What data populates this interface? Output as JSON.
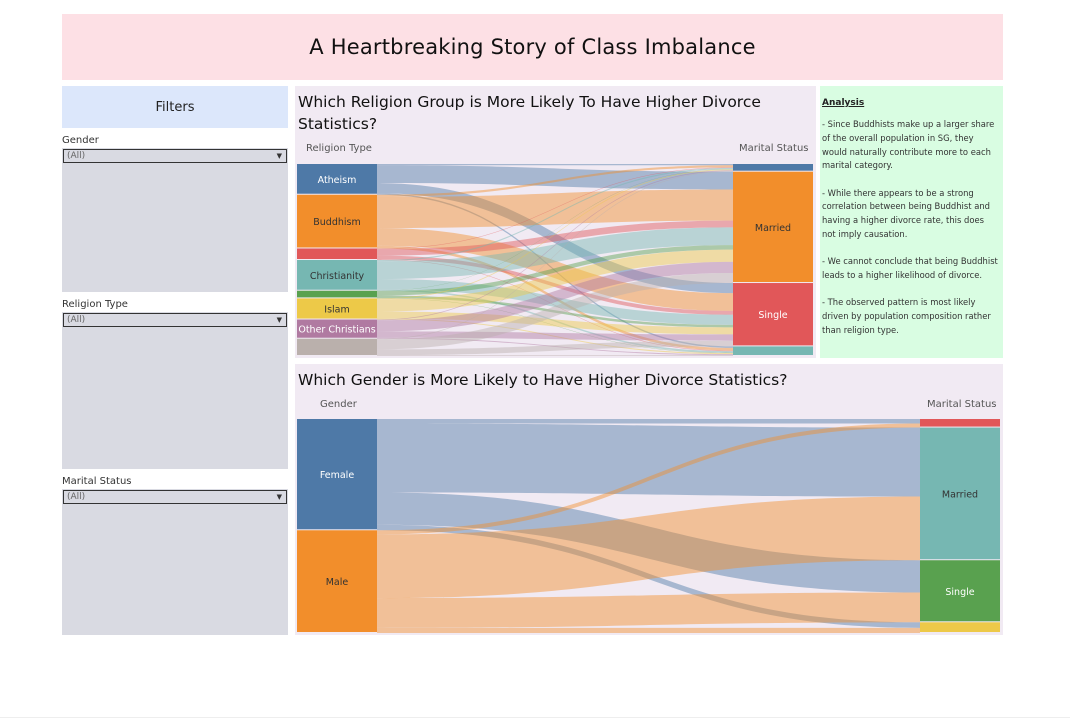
{
  "dashboard_title": "A Heartbreaking Story of Class Imbalance",
  "filters": {
    "header": "Filters",
    "items": [
      {
        "label": "Gender",
        "value": "(All)"
      },
      {
        "label": "Religion Type",
        "value": "(All)"
      },
      {
        "label": "Marital Status",
        "value": "(All)"
      }
    ]
  },
  "religion_chart": {
    "title": "Which Religion Group is More Likely To Have Higher Divorce Statistics?",
    "left_header": "Religion Type",
    "right_header": "Marital Status"
  },
  "gender_chart": {
    "title": "Which Gender is More Likely to Have Higher Divorce Statistics?",
    "left_header": "Gender",
    "right_header": "Marital Status"
  },
  "analysis": {
    "title": "Analysis",
    "paragraphs": [
      "- Since Buddhists make up a larger share of the overall population in SG, they would naturally contribute more to each marital category.",
      "- While there appears to be a strong correlation between being Buddhist and having a higher divorce rate, this does not imply causation.",
      "- We cannot conclude that being Buddhist leads to a higher likelihood of divorce.",
      "- The observed pattern is most likely driven by population composition rather than religion type."
    ]
  },
  "chart_data": [
    {
      "type": "sankey",
      "title": "Which Religion Group is More Likely To Have Higher Divorce Statistics?",
      "source_header": "Religion Type",
      "target_header": "Marital Status",
      "sources": [
        {
          "name": "Atheism",
          "color": "#4e79a7",
          "label_color": "#ffffff",
          "share": 0.16
        },
        {
          "name": "Buddhism",
          "color": "#f28e2b",
          "label_color": "#333333",
          "share": 0.28
        },
        {
          "name": "",
          "color": "#e15759",
          "label_color": "#ffffff",
          "share": 0.06
        },
        {
          "name": "Christianity",
          "color": "#76b7b2",
          "label_color": "#333333",
          "share": 0.16
        },
        {
          "name": "",
          "color": "#59a14f",
          "label_color": "#ffffff",
          "share": 0.04
        },
        {
          "name": "Islam",
          "color": "#edc948",
          "label_color": "#333333",
          "share": 0.11
        },
        {
          "name": "Other Christians",
          "color": "#b07aa1",
          "label_color": "#ffffff",
          "share": 0.1
        },
        {
          "name": "",
          "color": "#bab0ac",
          "label_color": "#333333",
          "share": 0.09
        }
      ],
      "targets": [
        {
          "name": "",
          "color": "#4e79a7",
          "label_color": "#ffffff",
          "share": 0.04
        },
        {
          "name": "Married",
          "color": "#f28e2b",
          "label_color": "#333333",
          "share": 0.58
        },
        {
          "name": "Single",
          "color": "#e15759",
          "label_color": "#ffffff",
          "share": 0.33
        },
        {
          "name": "",
          "color": "#76b7b2",
          "label_color": "#333333",
          "share": 0.05
        }
      ]
    },
    {
      "type": "sankey",
      "title": "Which Gender is More Likely to Have Higher Divorce Statistics?",
      "source_header": "Gender",
      "target_header": "Marital Status",
      "sources": [
        {
          "name": "Female",
          "color": "#4e79a7",
          "label_color": "#ffffff",
          "share": 0.52
        },
        {
          "name": "Male",
          "color": "#f28e2b",
          "label_color": "#333333",
          "share": 0.48
        }
      ],
      "targets": [
        {
          "name": "",
          "color": "#e15759",
          "label_color": "#ffffff",
          "share": 0.04
        },
        {
          "name": "Married",
          "color": "#76b7b2",
          "label_color": "#333333",
          "share": 0.62
        },
        {
          "name": "Single",
          "color": "#59a14f",
          "label_color": "#ffffff",
          "share": 0.29
        },
        {
          "name": "",
          "color": "#edc948",
          "label_color": "#333333",
          "share": 0.05
        }
      ]
    }
  ]
}
